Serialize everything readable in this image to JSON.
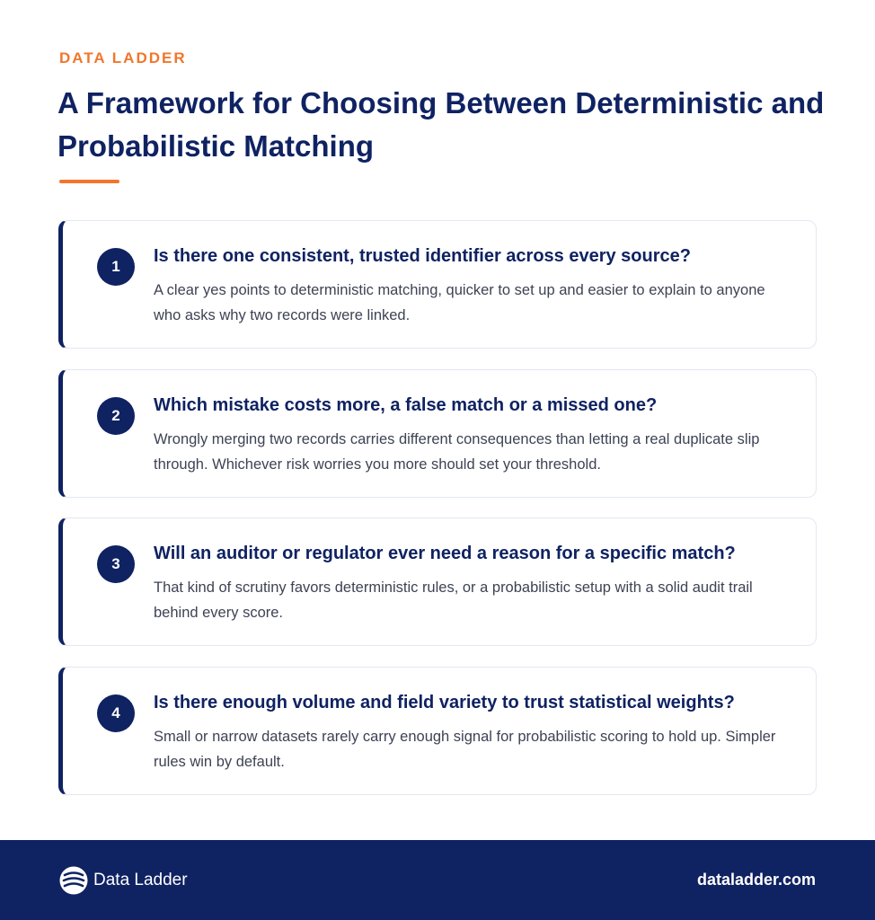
{
  "header": {
    "eyebrow": "DATA LADDER",
    "title": "A Framework for Choosing Between Deterministic and Probabilistic Matching"
  },
  "questions": [
    {
      "number": "1",
      "question": "Is there one consistent, trusted identifier across every source?",
      "description": "A clear yes points to deterministic matching, quicker to set up and easier to explain to anyone who asks why two records were linked."
    },
    {
      "number": "2",
      "question": "Which mistake costs more, a false match or a missed one?",
      "description": "Wrongly merging two records carries different consequences than letting a real duplicate slip through. Whichever risk worries you more should set your threshold."
    },
    {
      "number": "3",
      "question": "Will an auditor or regulator ever need a reason for a specific match?",
      "description": "That kind of scrutiny favors deterministic rules, or a probabilistic setup with a solid audit trail behind every score."
    },
    {
      "number": "4",
      "question": "Is there enough volume and field variety to trust statistical weights?",
      "description": "Small or narrow datasets rarely carry enough signal for probabilistic scoring to hold up. Simpler rules win by default."
    }
  ],
  "footer": {
    "brand_name": "Data Ladder",
    "logo_icon": "data-ladder-logo-icon",
    "website": "dataladder.com"
  },
  "colors": {
    "navy": "#0f2262",
    "accent_orange": "#f0772c",
    "card_border": "#e3e7f0",
    "body_text": "#3d4354"
  }
}
